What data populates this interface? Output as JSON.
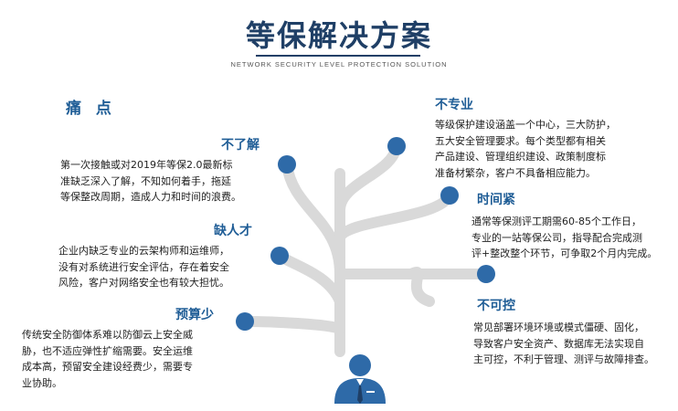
{
  "header": {
    "title": "等保解决方案",
    "subtitle": "NETWORK SECURITY LEVEL PROTECTION SOLUTION"
  },
  "pain_points_heading": "痛 点",
  "left_items": [
    {
      "title": "不了解",
      "text": [
        "第一次接触或对2019年等保2.0最新标",
        "准缺乏深入了解，不知如何着手，拖延",
        "等保整改周期，造成人力和时间的浪费。"
      ]
    },
    {
      "title": "缺人才",
      "text": [
        "企业内缺乏专业的云架构师和运维师，",
        "没有对系统进行安全评估，存在着安全",
        "风险，客户对网络安全也有较大担忧。"
      ]
    },
    {
      "title": "预算少",
      "text": [
        "传统安全防御体系难以防御云上安全威",
        "胁，也不适应弹性扩缩需要。安全运维",
        "成本高，预留安全建设经费少，需要专",
        "业协助。"
      ]
    }
  ],
  "right_items": [
    {
      "title": "不专业",
      "text": [
        "等级保护建设涵盖一个中心，三大防护，",
        "五大安全管理要求。每个类型都有相关",
        "产品建设、管理组织建设、政策制度标",
        "准备材繁杂，客户不具备相应能力。"
      ]
    },
    {
      "title": "时间紧",
      "text": [
        "通常等保测评工期需60-85个工作日，",
        "专业的一站等保公司，指导配合完成测",
        "评+整改整个环节，可争取2个月内完成。"
      ]
    },
    {
      "title": "不可控",
      "text": [
        "常见部署环境环境或模式僵硬、固化，",
        "导致客户安全资产、数据库无法实现自",
        "主可控，不利于管理、测评与故障排查。"
      ]
    }
  ],
  "colors": {
    "accent": "#1f5d96",
    "title": "#1f3f66",
    "branch": "#d9d9d9",
    "node": "#2e6aa8"
  },
  "icons": {
    "person": "businessman-icon",
    "node": "circle-node-icon"
  }
}
